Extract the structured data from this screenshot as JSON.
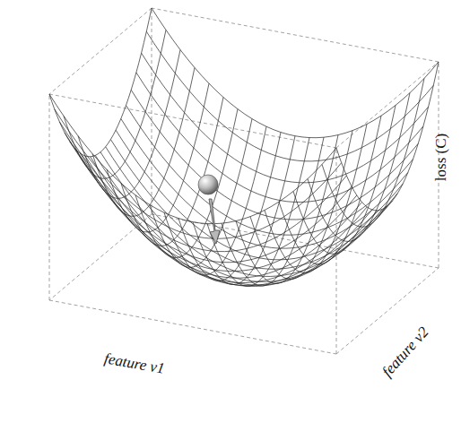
{
  "diagram": {
    "labels": [
      "loss (C)",
      "feature v1",
      "feature v2"
    ]
  }
}
